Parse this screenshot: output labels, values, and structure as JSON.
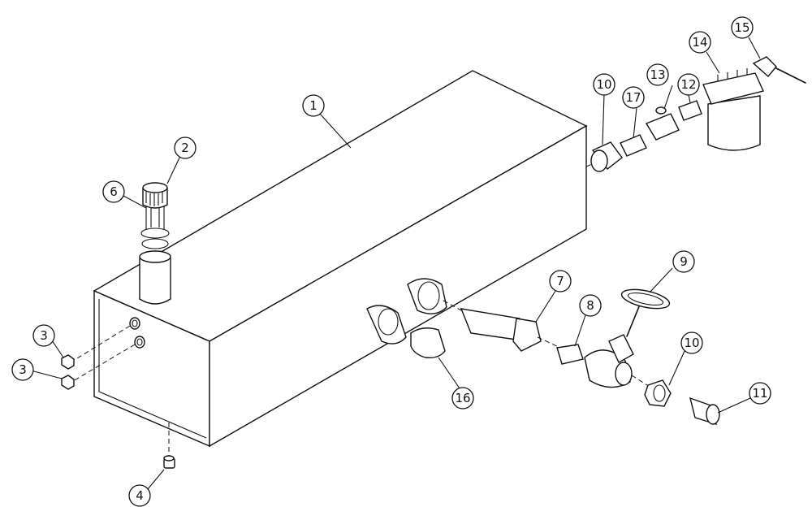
{
  "diagram": {
    "callouts": [
      {
        "id": "c1",
        "number": "1"
      },
      {
        "id": "c2",
        "number": "2"
      },
      {
        "id": "c3a",
        "number": "3"
      },
      {
        "id": "c3b",
        "number": "3"
      },
      {
        "id": "c4",
        "number": "4"
      },
      {
        "id": "c6",
        "number": "6"
      },
      {
        "id": "c7",
        "number": "7"
      },
      {
        "id": "c8",
        "number": "8"
      },
      {
        "id": "c9",
        "number": "9"
      },
      {
        "id": "c10a",
        "number": "10"
      },
      {
        "id": "c10b",
        "number": "10"
      },
      {
        "id": "c11",
        "number": "11"
      },
      {
        "id": "c12",
        "number": "12"
      },
      {
        "id": "c13",
        "number": "13"
      },
      {
        "id": "c14",
        "number": "14"
      },
      {
        "id": "c15",
        "number": "15"
      },
      {
        "id": "c16",
        "number": "16"
      },
      {
        "id": "c17",
        "number": "17"
      }
    ]
  }
}
